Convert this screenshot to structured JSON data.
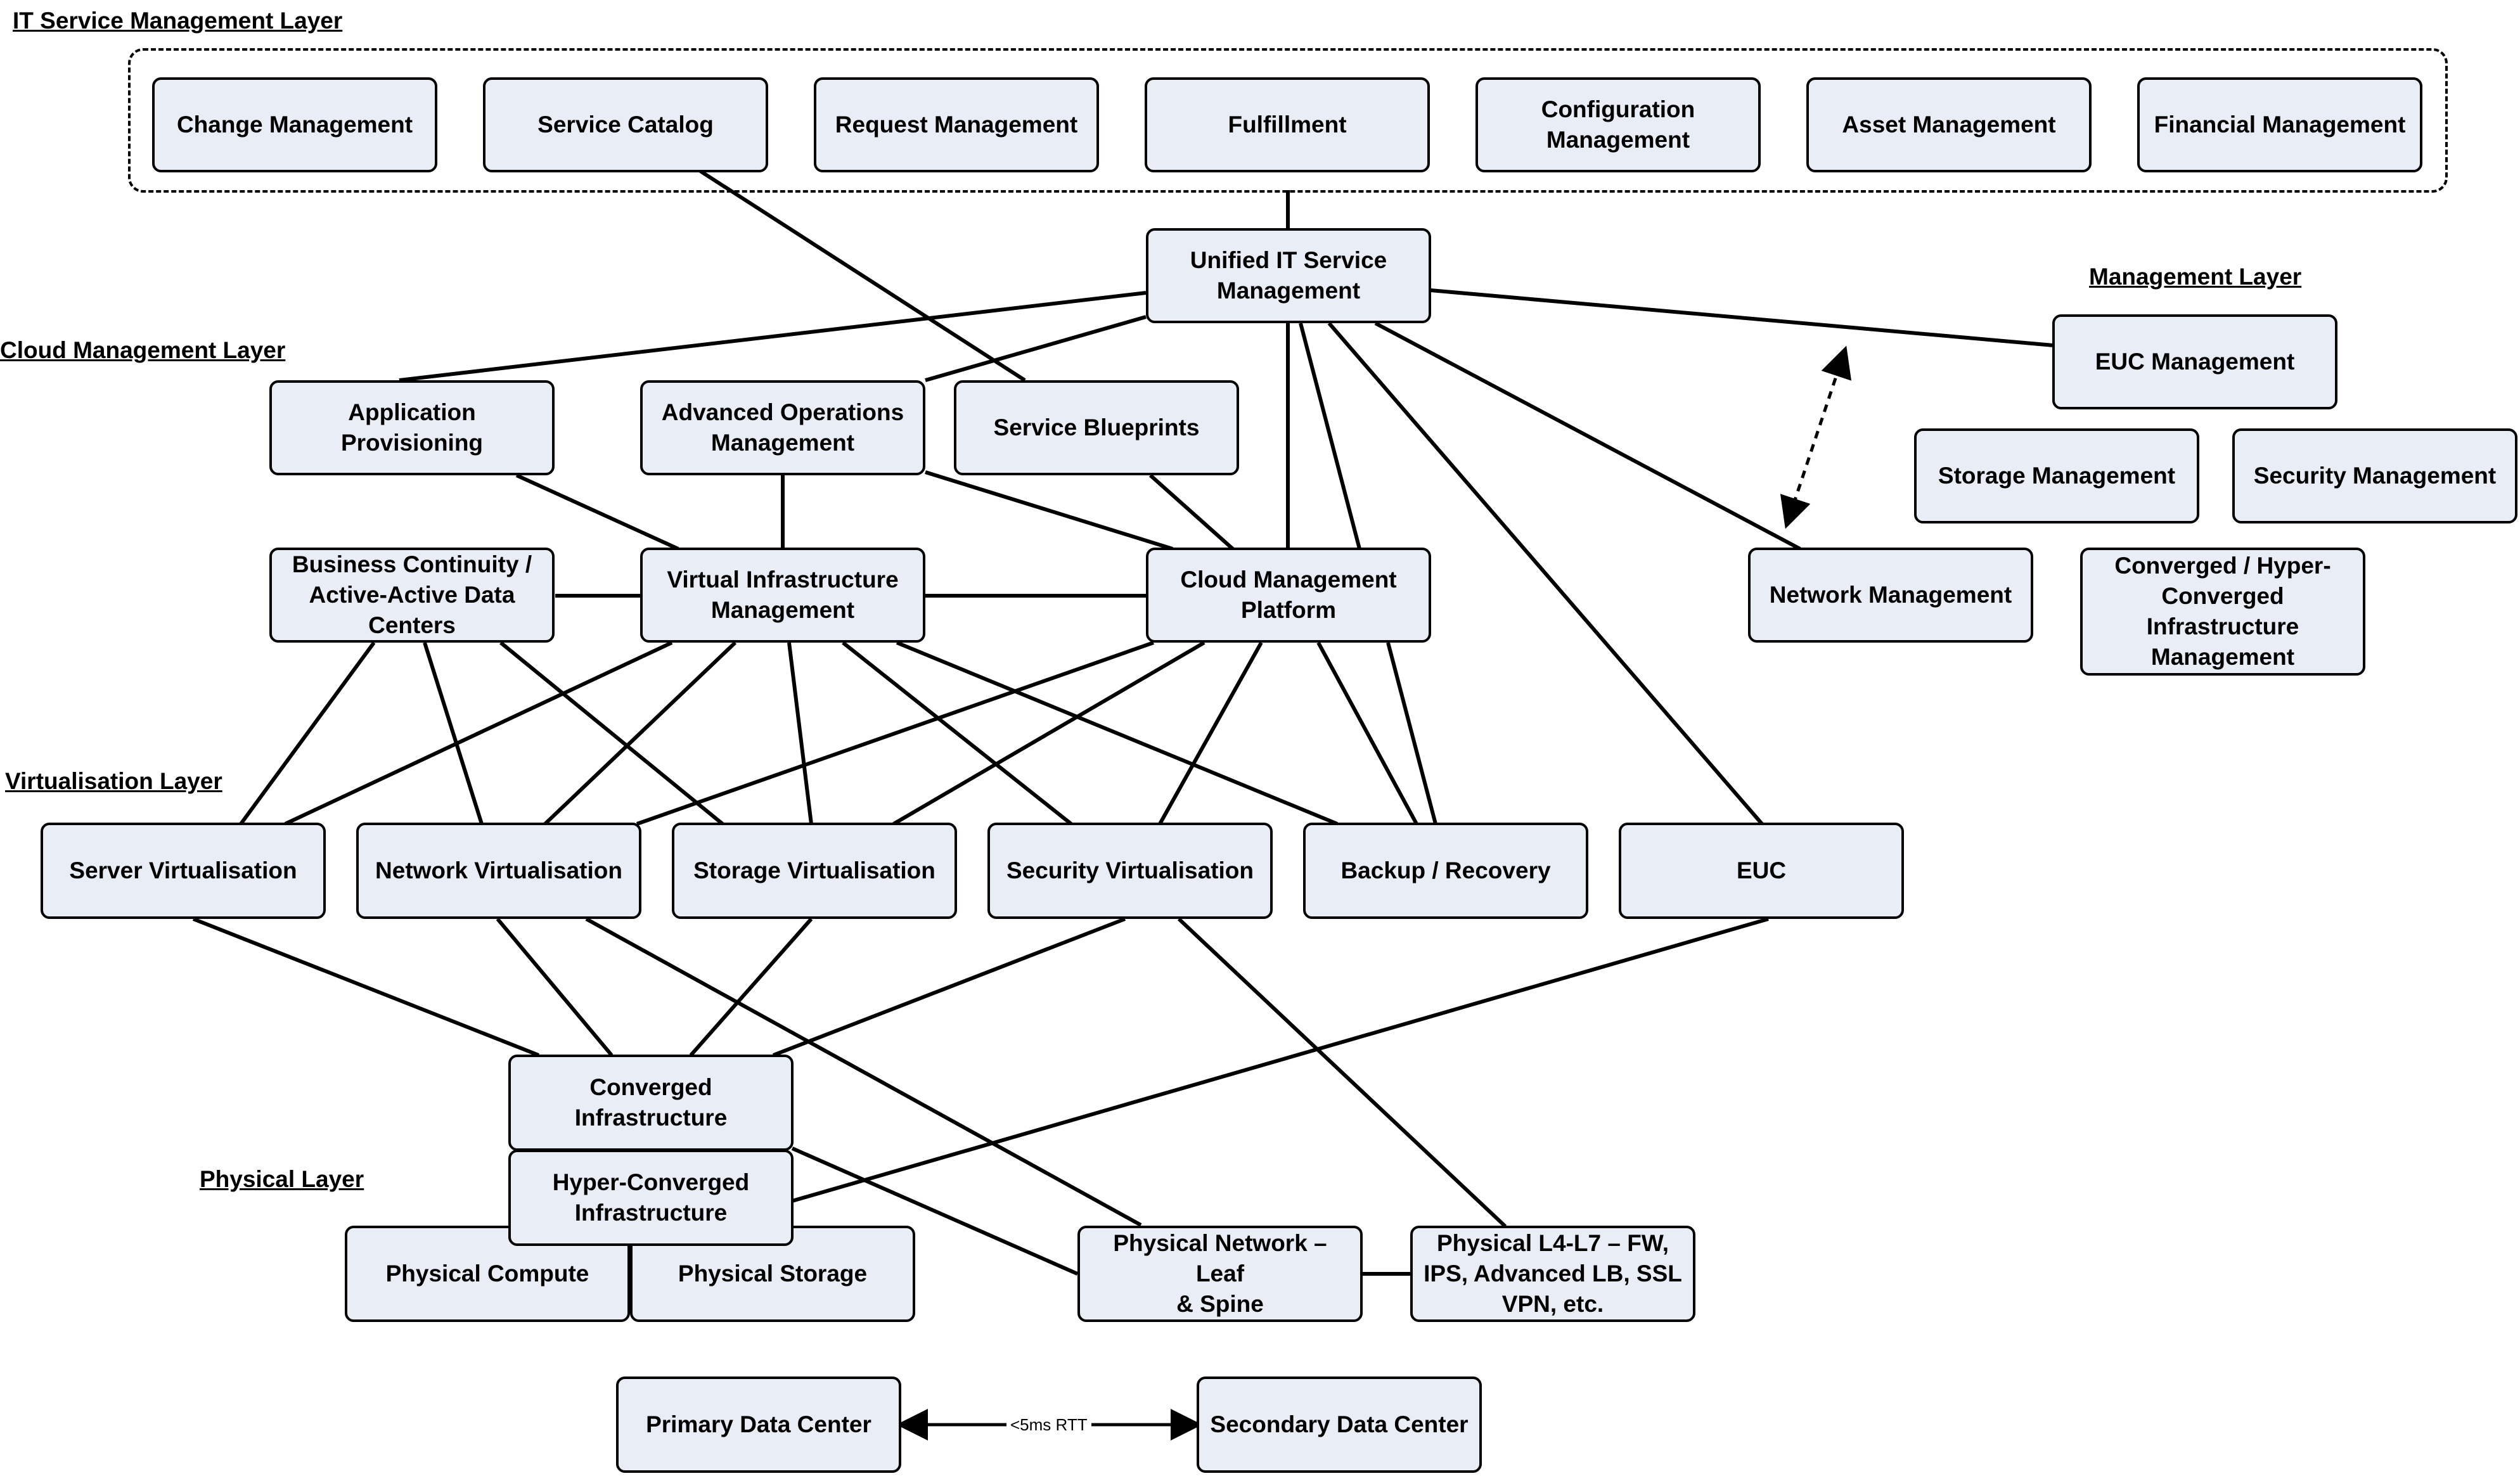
{
  "layers": {
    "itsm": "IT Service Management Layer",
    "cloud": "Cloud Management Layer",
    "management": "Management Layer",
    "virtualisation": "Virtualisation Layer",
    "physical": "Physical Layer"
  },
  "nodes": {
    "change_mgmt": "Change Management",
    "service_catalog": "Service Catalog",
    "request_mgmt": "Request Management",
    "fulfillment": "Fulfillment",
    "config_mgmt": "Configuration\nManagement",
    "asset_mgmt": "Asset Management",
    "financial_mgmt": "Financial Management",
    "unified_itsm": "Unified IT Service\nManagement",
    "euc_mgmt": "EUC Management",
    "storage_mgmt": "Storage Management",
    "security_mgmt": "Security Management",
    "network_mgmt": "Network Management",
    "ci_hci_mgmt": "Converged / Hyper-\nConverged\nInfrastructure\nManagement",
    "app_provisioning": "Application\nProvisioning",
    "adv_ops_mgmt": "Advanced Operations\nManagement",
    "service_blueprints": "Service Blueprints",
    "bc_aa_dc": "Business Continuity /\nActive-Active Data\nCenters",
    "vi_mgmt": "Virtual Infrastructure\nManagement",
    "cmp": "Cloud Management\nPlatform",
    "server_virt": "Server Virtualisation",
    "network_virt": "Network Virtualisation",
    "storage_virt": "Storage Virtualisation",
    "security_virt": "Security Virtualisation",
    "backup_recovery": "Backup / Recovery",
    "euc": "EUC",
    "converged_infra": "Converged\nInfrastructure",
    "hyper_converged_infra": "Hyper-Converged\nInfrastructure",
    "physical_compute": "Physical Compute",
    "physical_storage": "Physical Storage",
    "physical_network": "Physical Network – Leaf\n& Spine",
    "physical_l4l7": "Physical L4-L7 – FW,\nIPS, Advanced LB, SSL\nVPN, etc.",
    "primary_dc": "Primary Data Center",
    "secondary_dc": "Secondary Data Center"
  },
  "rtt_label": "<5ms RTT"
}
